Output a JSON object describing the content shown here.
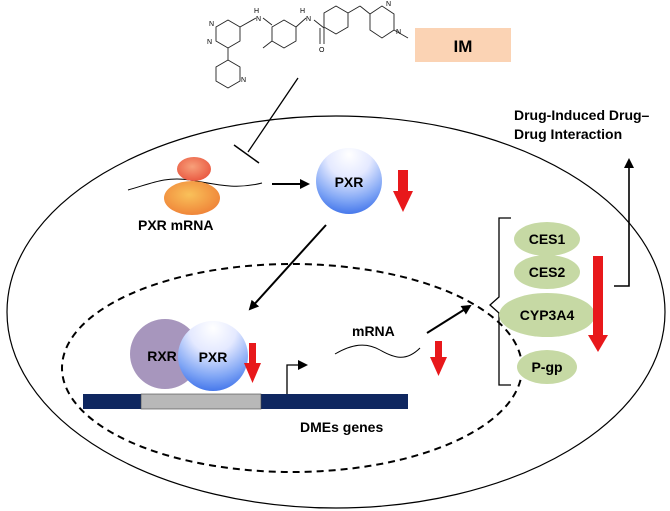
{
  "drug": {
    "label": "IM",
    "structure_atoms": [
      "N",
      "N",
      "H",
      "N",
      "H",
      "N",
      "N",
      "N",
      "O",
      "N"
    ]
  },
  "cell": {
    "pxr_mrna_label": "PXR mRNA",
    "pxr_protein_label": "PXR"
  },
  "nucleus": {
    "rxr_label": "RXR",
    "pxr_label": "PXR",
    "mrna_label": "mRNA",
    "dme_genes_label": "DMEs genes"
  },
  "dmes": {
    "items": [
      "CES1",
      "CES2",
      "CYP3A4",
      "P-gp"
    ]
  },
  "outcome": {
    "lines": [
      "Drug-Induced Drug–",
      "Drug Interaction"
    ]
  },
  "colors": {
    "drug_box": "#fbd3b4",
    "dme_ellipse": "#c6d9a4",
    "down_arrow": "#e8181b",
    "dna_bar": "#0f2760",
    "promoter_box": "#b8b8b8",
    "rxr": "#a796bd",
    "pxr_top": "#ffffff",
    "pxr_bottom": "#2b6ee8"
  }
}
